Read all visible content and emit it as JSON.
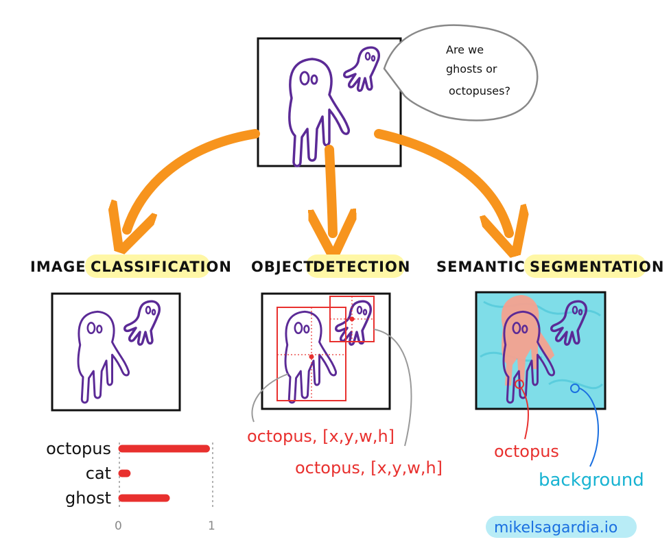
{
  "speech_bubble": [
    "Are we",
    "ghosts or",
    "octopuses?"
  ],
  "panels": {
    "classification": {
      "title_plain": "IMAGE",
      "title_highlight": "CLASSIFICATION"
    },
    "detection": {
      "title_plain": "OBJECT",
      "title_highlight": "DETECTION"
    },
    "segmentation": {
      "title_plain": "SEMANTIC",
      "title_highlight": "SEGMENTATION"
    }
  },
  "classification_chart": {
    "type": "bar",
    "categories": [
      "octopus",
      "cat",
      "ghost"
    ],
    "values": [
      0.93,
      0.08,
      0.5
    ],
    "xlim": [
      0,
      1
    ],
    "ticks": [
      "0",
      "1"
    ]
  },
  "detection_labels": [
    "octopus, [x,y,w,h]",
    "octopus, [x,y,w,h]"
  ],
  "segmentation_labels": {
    "octopus": "octopus",
    "background": "background"
  },
  "footer": {
    "credit": "mikelsagardia.io"
  },
  "colors": {
    "arrow": "#f7941d",
    "outline": "#5b2a96",
    "highlight": "#fff7a6",
    "box_red": "#e8302e",
    "seg_background": "#7fdde8",
    "seg_octopus": "#f4a18f",
    "cyan_text": "#18b3d2",
    "credit_bg": "#b8ecf6"
  }
}
